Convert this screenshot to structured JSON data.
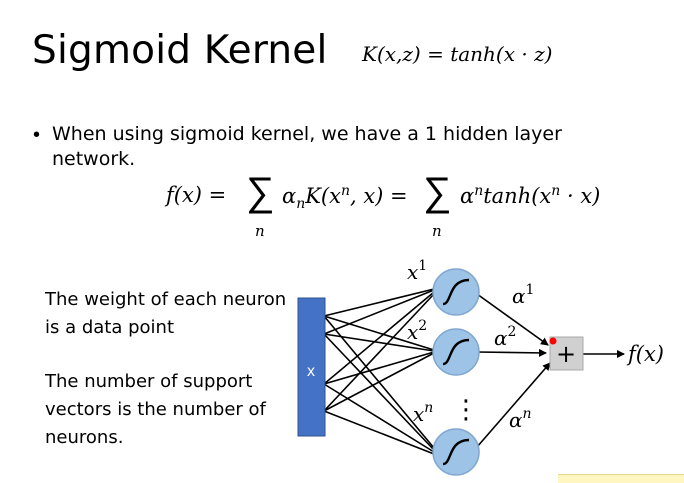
{
  "slide": {
    "title": "Sigmoid Kernel",
    "title_formula": "K(x,z) = tanh(x · z)",
    "bullet": "When using sigmoid kernel, we have a 1 hidden layer network.",
    "main_formula_left": "f(x) =",
    "main_formula_mid": "α",
    "main_formula_mid_sub": "n",
    "main_formula_mid_rest": "K(x",
    "main_formula_mid_sup": "n",
    "main_formula_mid_end": ", x) =",
    "main_formula_right": "α",
    "main_formula_right_sup": "n",
    "main_formula_right_rest": "tanh(x",
    "main_formula_right_sup2": "n",
    "main_formula_right_end": " · x)",
    "sum_symbol": "∑",
    "sum_index": "n",
    "note_1": "The weight of each neuron is a data point",
    "note_2": "The number of support vectors is the number of neurons."
  },
  "diagram": {
    "input_label": "x",
    "hidden_labels": [
      {
        "base": "x",
        "sup": "1"
      },
      {
        "base": "x",
        "sup": "2"
      },
      {
        "base": "x",
        "sup": "n"
      }
    ],
    "weight_labels": [
      {
        "base": "α",
        "sup": "1"
      },
      {
        "base": "α",
        "sup": "2"
      },
      {
        "base": "α",
        "sup": "n"
      }
    ],
    "sum_node_label": "+",
    "output_label": "f(x)",
    "ellipsis": "⋮",
    "colors": {
      "input_bar": "#4472c4",
      "neuron_fill": "#9dc3e6",
      "neuron_stroke": "#7fa7cf",
      "sum_fill": "#d0d0d0",
      "cursor_dot": "#ff0000"
    }
  }
}
